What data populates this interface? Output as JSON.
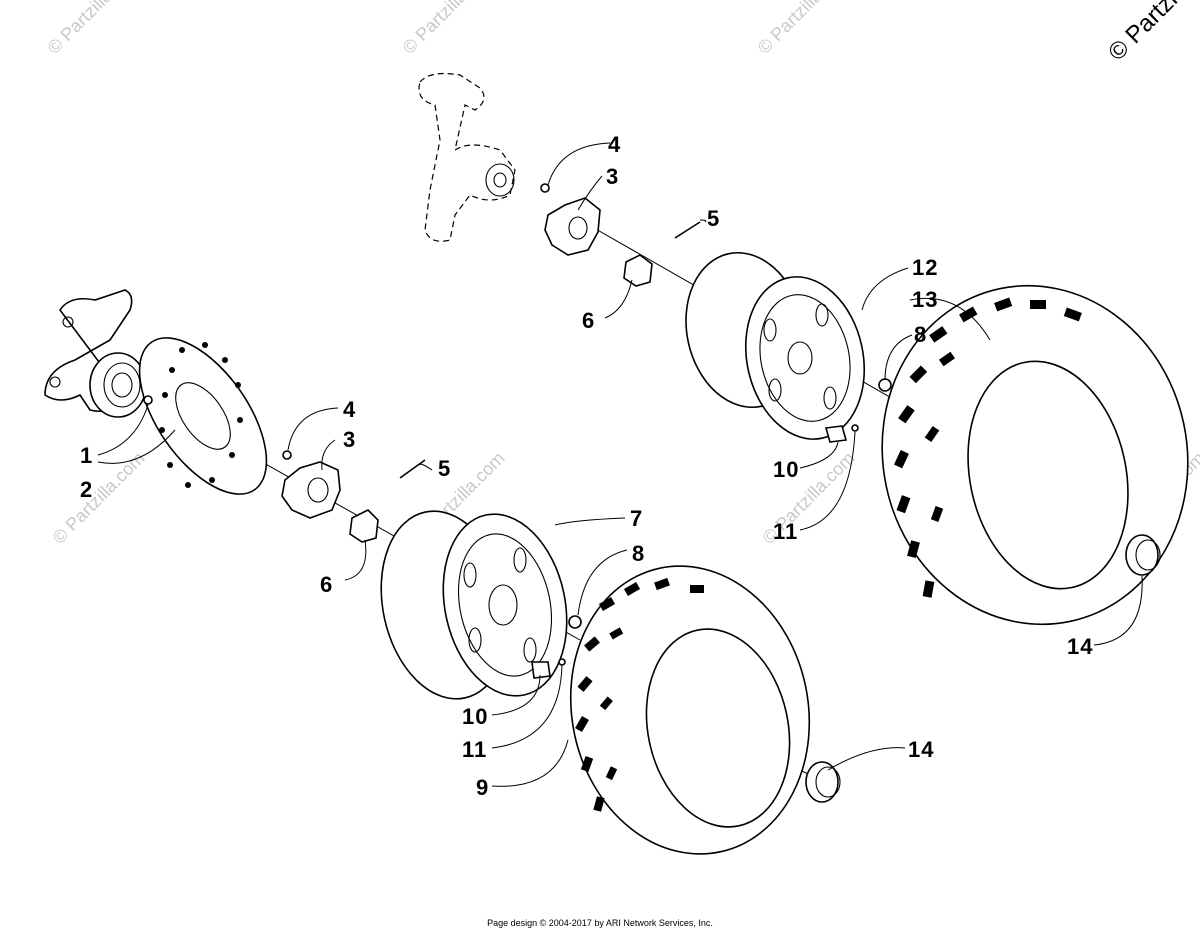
{
  "watermarks": {
    "corner": "© Partzilla",
    "tiled": "© Partzilla.com"
  },
  "callouts": [
    {
      "id": "1",
      "label": "1"
    },
    {
      "id": "2",
      "label": "2"
    },
    {
      "id": "3a",
      "label": "3"
    },
    {
      "id": "4a",
      "label": "4"
    },
    {
      "id": "5a",
      "label": "5"
    },
    {
      "id": "6a",
      "label": "6"
    },
    {
      "id": "7",
      "label": "7"
    },
    {
      "id": "8a",
      "label": "8"
    },
    {
      "id": "9",
      "label": "9"
    },
    {
      "id": "10a",
      "label": "10"
    },
    {
      "id": "11a",
      "label": "11"
    },
    {
      "id": "14a",
      "label": "14"
    },
    {
      "id": "3b",
      "label": "3"
    },
    {
      "id": "4b",
      "label": "4"
    },
    {
      "id": "5b",
      "label": "5"
    },
    {
      "id": "6b",
      "label": "6"
    },
    {
      "id": "12",
      "label": "12"
    },
    {
      "id": "13",
      "label": "13"
    },
    {
      "id": "8b",
      "label": "8"
    },
    {
      "id": "10b",
      "label": "10"
    },
    {
      "id": "11b",
      "label": "11"
    },
    {
      "id": "14b",
      "label": "14"
    }
  ],
  "footer": "Page design © 2004-2017 by ARI Network Services, Inc."
}
